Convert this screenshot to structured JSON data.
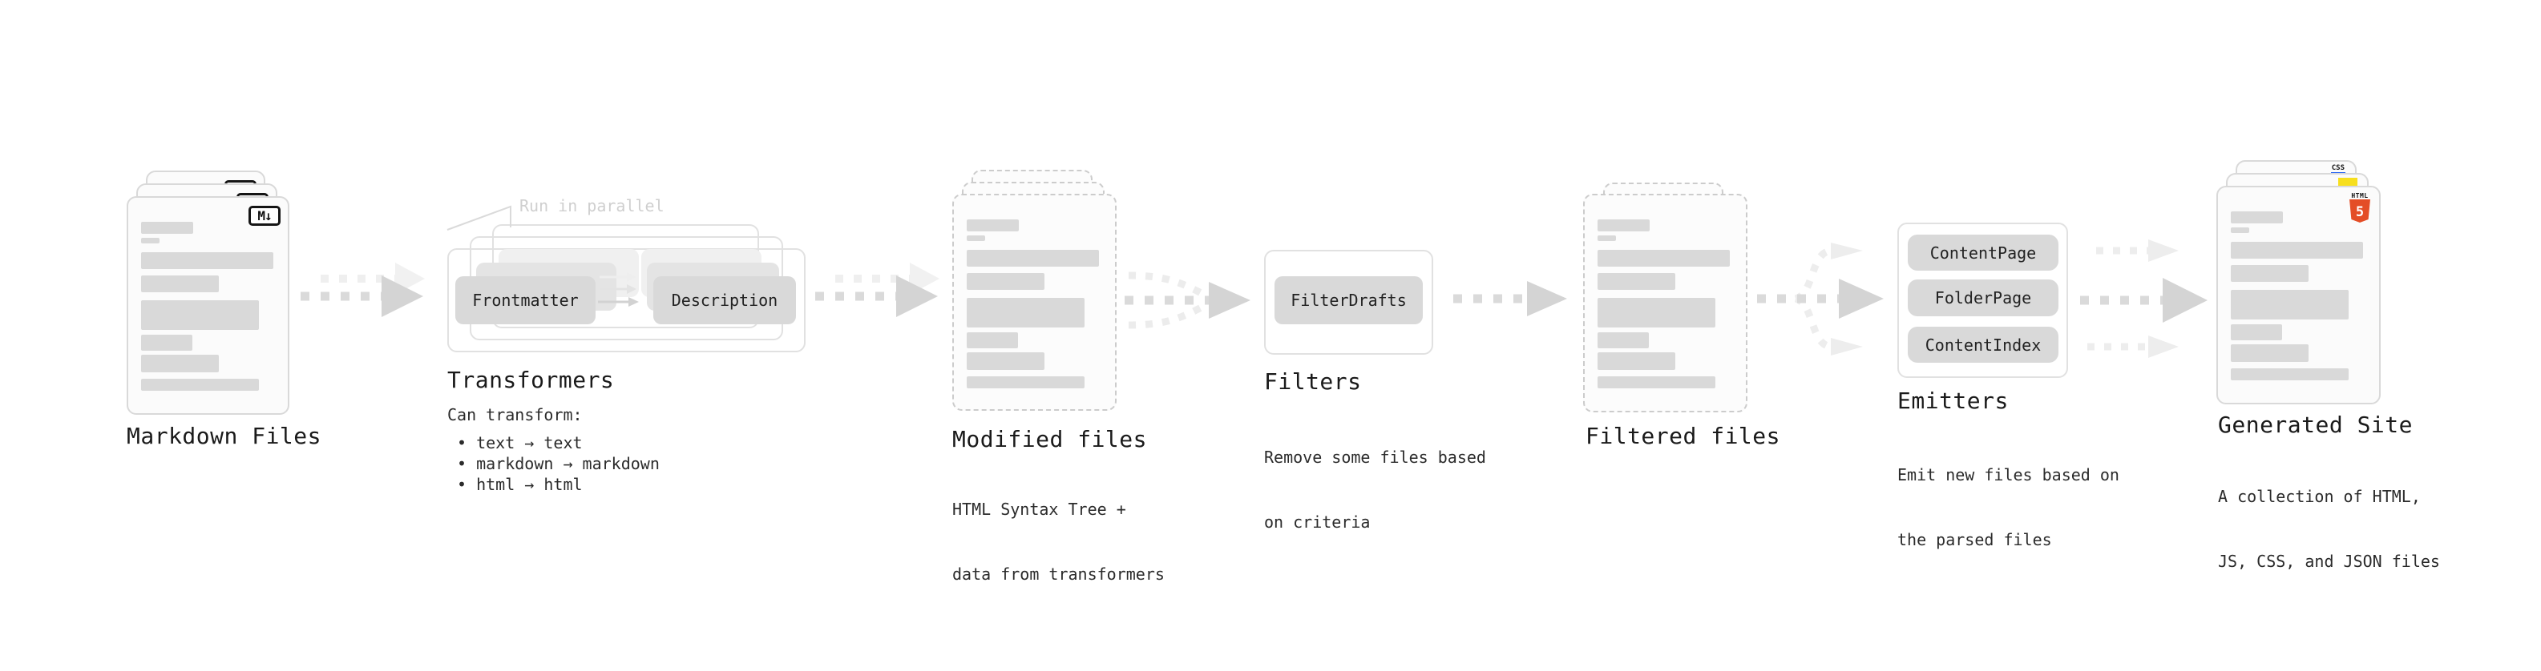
{
  "diagram": {
    "markdown_files": {
      "label": "Markdown Files",
      "badge": "M↓"
    },
    "transformers": {
      "title": "Transformers",
      "parallel_note": "Run in parallel",
      "left_pill": "Frontmatter",
      "right_pill": "Description",
      "caption": "Can transform:",
      "bullets": [
        "• text → text",
        "• markdown → markdown",
        "• html → html"
      ]
    },
    "modified_files": {
      "label": "Modified files",
      "caption": [
        "HTML Syntax Tree +",
        "data from transformers"
      ]
    },
    "filters": {
      "title": "Filters",
      "pill": "FilterDrafts",
      "caption": [
        "Remove some files based",
        "on criteria"
      ]
    },
    "filtered_files": {
      "label": "Filtered files"
    },
    "emitters": {
      "title": "Emitters",
      "pills": [
        "ContentPage",
        "FolderPage",
        "ContentIndex"
      ],
      "caption": [
        "Emit new files based on",
        "the parsed files"
      ]
    },
    "generated_site": {
      "label": "Generated Site",
      "caption": [
        "A collection of HTML,",
        "JS, CSS, and JSON files"
      ],
      "css_badge": "CSS",
      "html_badge_word": "HTML",
      "html_badge_number": "5"
    },
    "colors": {
      "arrow": "#d9d9d9",
      "arrow_light": "#ededed",
      "placeholder_bar": "#d9d9d9",
      "pill_bg": "#d9d9d9",
      "html5_orange": "#e44d26",
      "js_yellow": "#f7df1e",
      "css_blue": "#2965f1"
    }
  }
}
